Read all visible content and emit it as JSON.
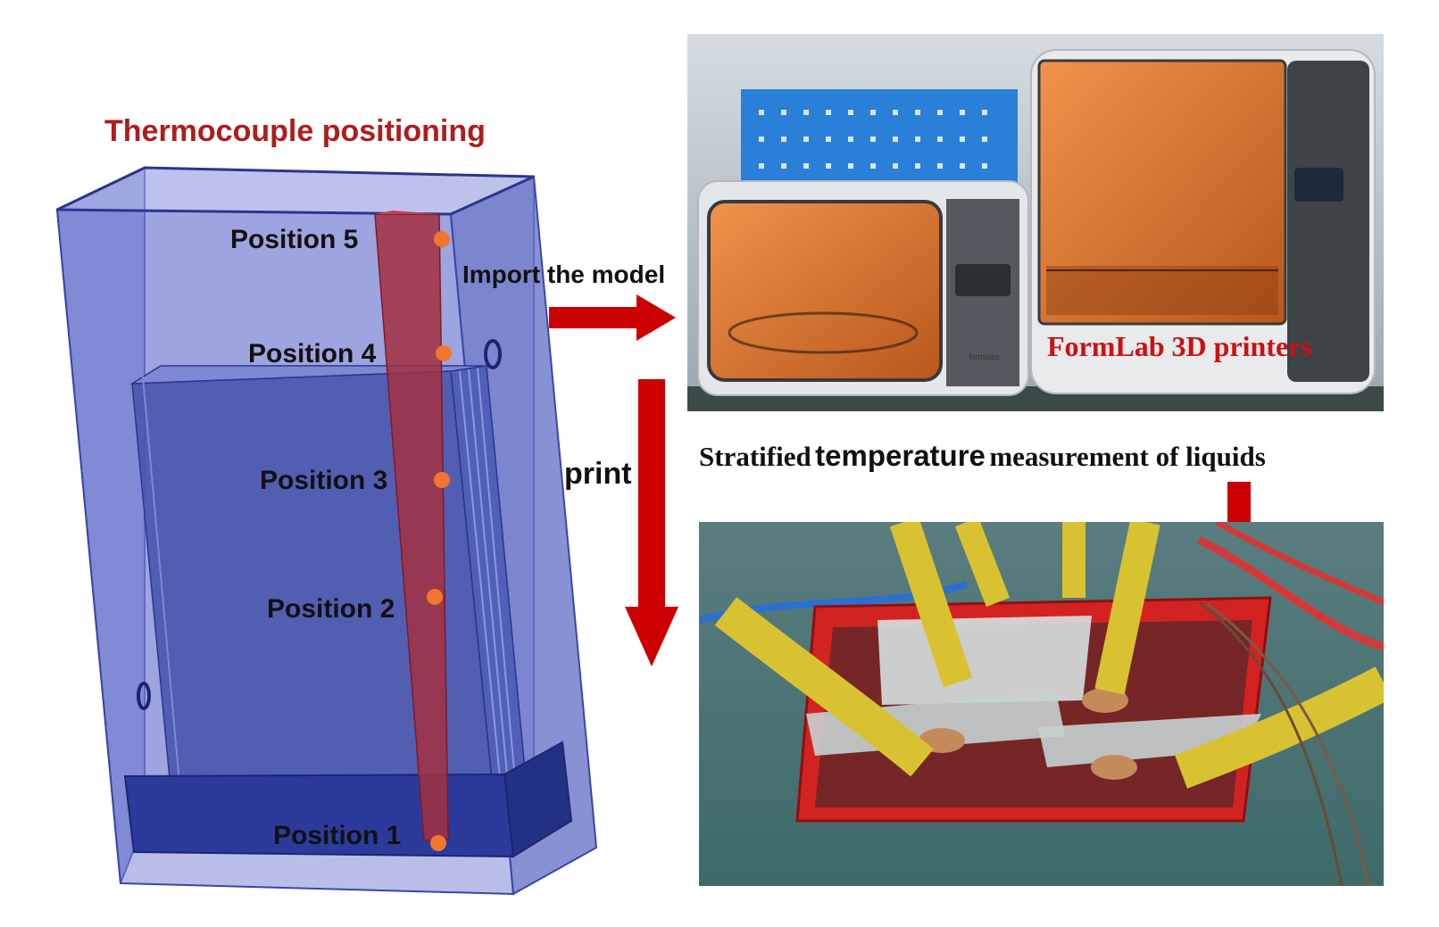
{
  "diagram_title": "Thermocouple positioning",
  "positions": [
    {
      "id": "5",
      "label": "Position 5"
    },
    {
      "id": "4",
      "label": "Position 4"
    },
    {
      "id": "3",
      "label": "Position 3"
    },
    {
      "id": "2",
      "label": "Position 2"
    },
    {
      "id": "1",
      "label": "Position 1"
    }
  ],
  "arrows": {
    "import_label": "Import the model",
    "print_label": "print"
  },
  "printer_photo": {
    "caption": "FormLab 3D printers",
    "brand_small": "formlabs"
  },
  "measurement": {
    "caption_prefix": "Stratified",
    "caption_emphasis": "temperature",
    "caption_suffix": "measurement of liquids"
  },
  "colors": {
    "title_red": "#b01c1c",
    "arrow_red": "#cc0000",
    "box_blue": "#6b74c9",
    "dark_blue": "#2a3a9a",
    "probe_red": "#a33040",
    "marker_orange": "#f2762e"
  }
}
